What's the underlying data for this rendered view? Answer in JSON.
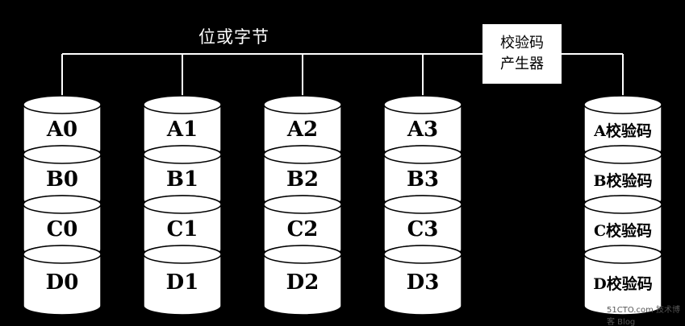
{
  "bus_label": "位或字节",
  "generator": {
    "line1": "校验码",
    "line2": "产生器"
  },
  "disks": [
    {
      "id": "disk0",
      "segments": [
        "A0",
        "B0",
        "C0",
        "D0"
      ]
    },
    {
      "id": "disk1",
      "segments": [
        "A1",
        "B1",
        "C1",
        "D1"
      ]
    },
    {
      "id": "disk2",
      "segments": [
        "A2",
        "B2",
        "C2",
        "D2"
      ]
    },
    {
      "id": "disk3",
      "segments": [
        "A3",
        "B3",
        "C3",
        "D3"
      ]
    },
    {
      "id": "parity",
      "segments": [
        "A校验码",
        "B校验码",
        "C校验码",
        "D校验码"
      ]
    }
  ],
  "watermark": "51CTO.com 技术博客 Blog",
  "colors": {
    "background": "#000000",
    "disk_fill": "#ffffff",
    "line": "#ffffff",
    "text": "#000000"
  }
}
